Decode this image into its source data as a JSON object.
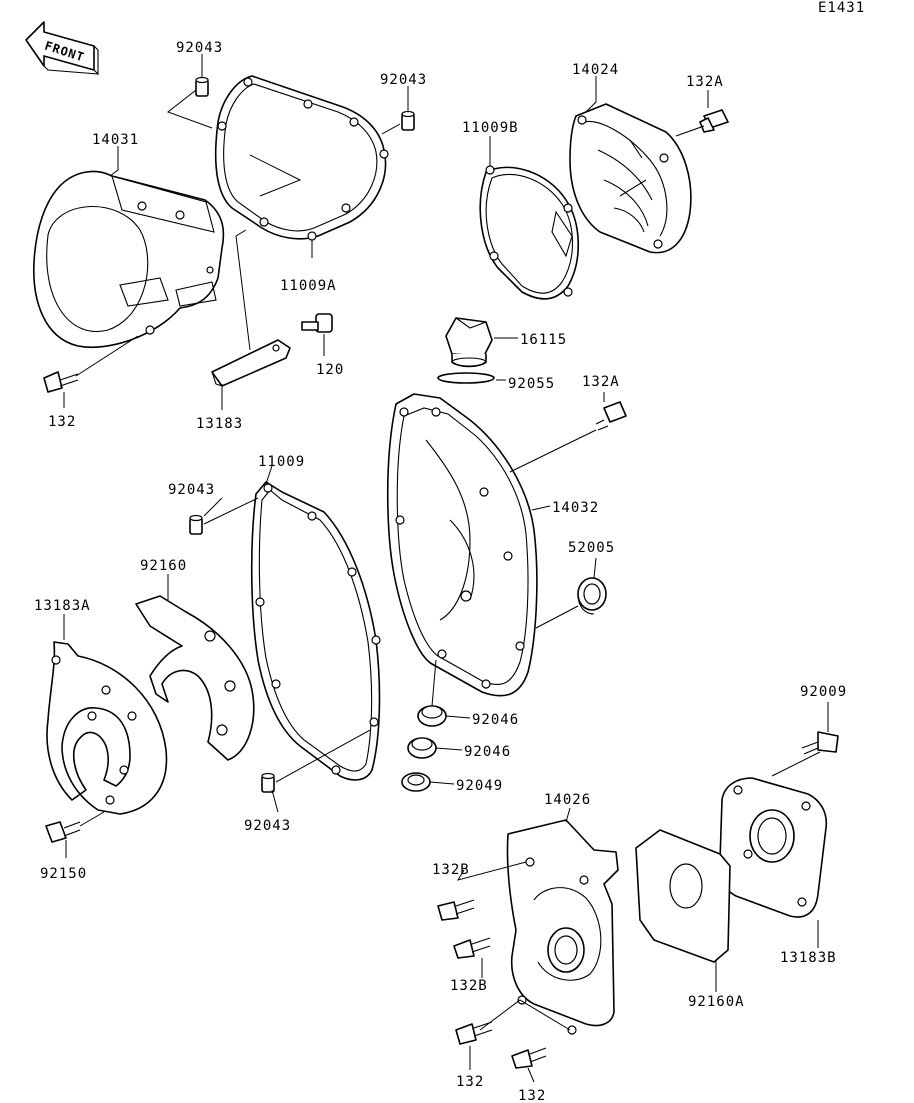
{
  "diagram_code": "E1431",
  "front_label": "FRONT",
  "labels": {
    "p92043_a": "92043",
    "p92043_b": "92043",
    "p14031": "14031",
    "p11009A": "11009A",
    "p11009B": "11009B",
    "p14024": "14024",
    "p132A_a": "132A",
    "p16115": "16115",
    "p92055": "92055",
    "p132A_b": "132A",
    "p120": "120",
    "p132_a": "132",
    "p13183": "13183",
    "p11009": "11009",
    "p92043_c": "92043",
    "p14032": "14032",
    "p52005": "52005",
    "p92160": "92160",
    "p13183A": "13183A",
    "p92046_a": "92046",
    "p92046_b": "92046",
    "p92049": "92049",
    "p92009": "92009",
    "p14026": "14026",
    "p92043_d": "92043",
    "p132B_a": "132B",
    "p132B_b": "132B",
    "p92150": "92150",
    "p13183B": "13183B",
    "p92160A": "92160A",
    "p132_b": "132",
    "p132_c": "132"
  }
}
